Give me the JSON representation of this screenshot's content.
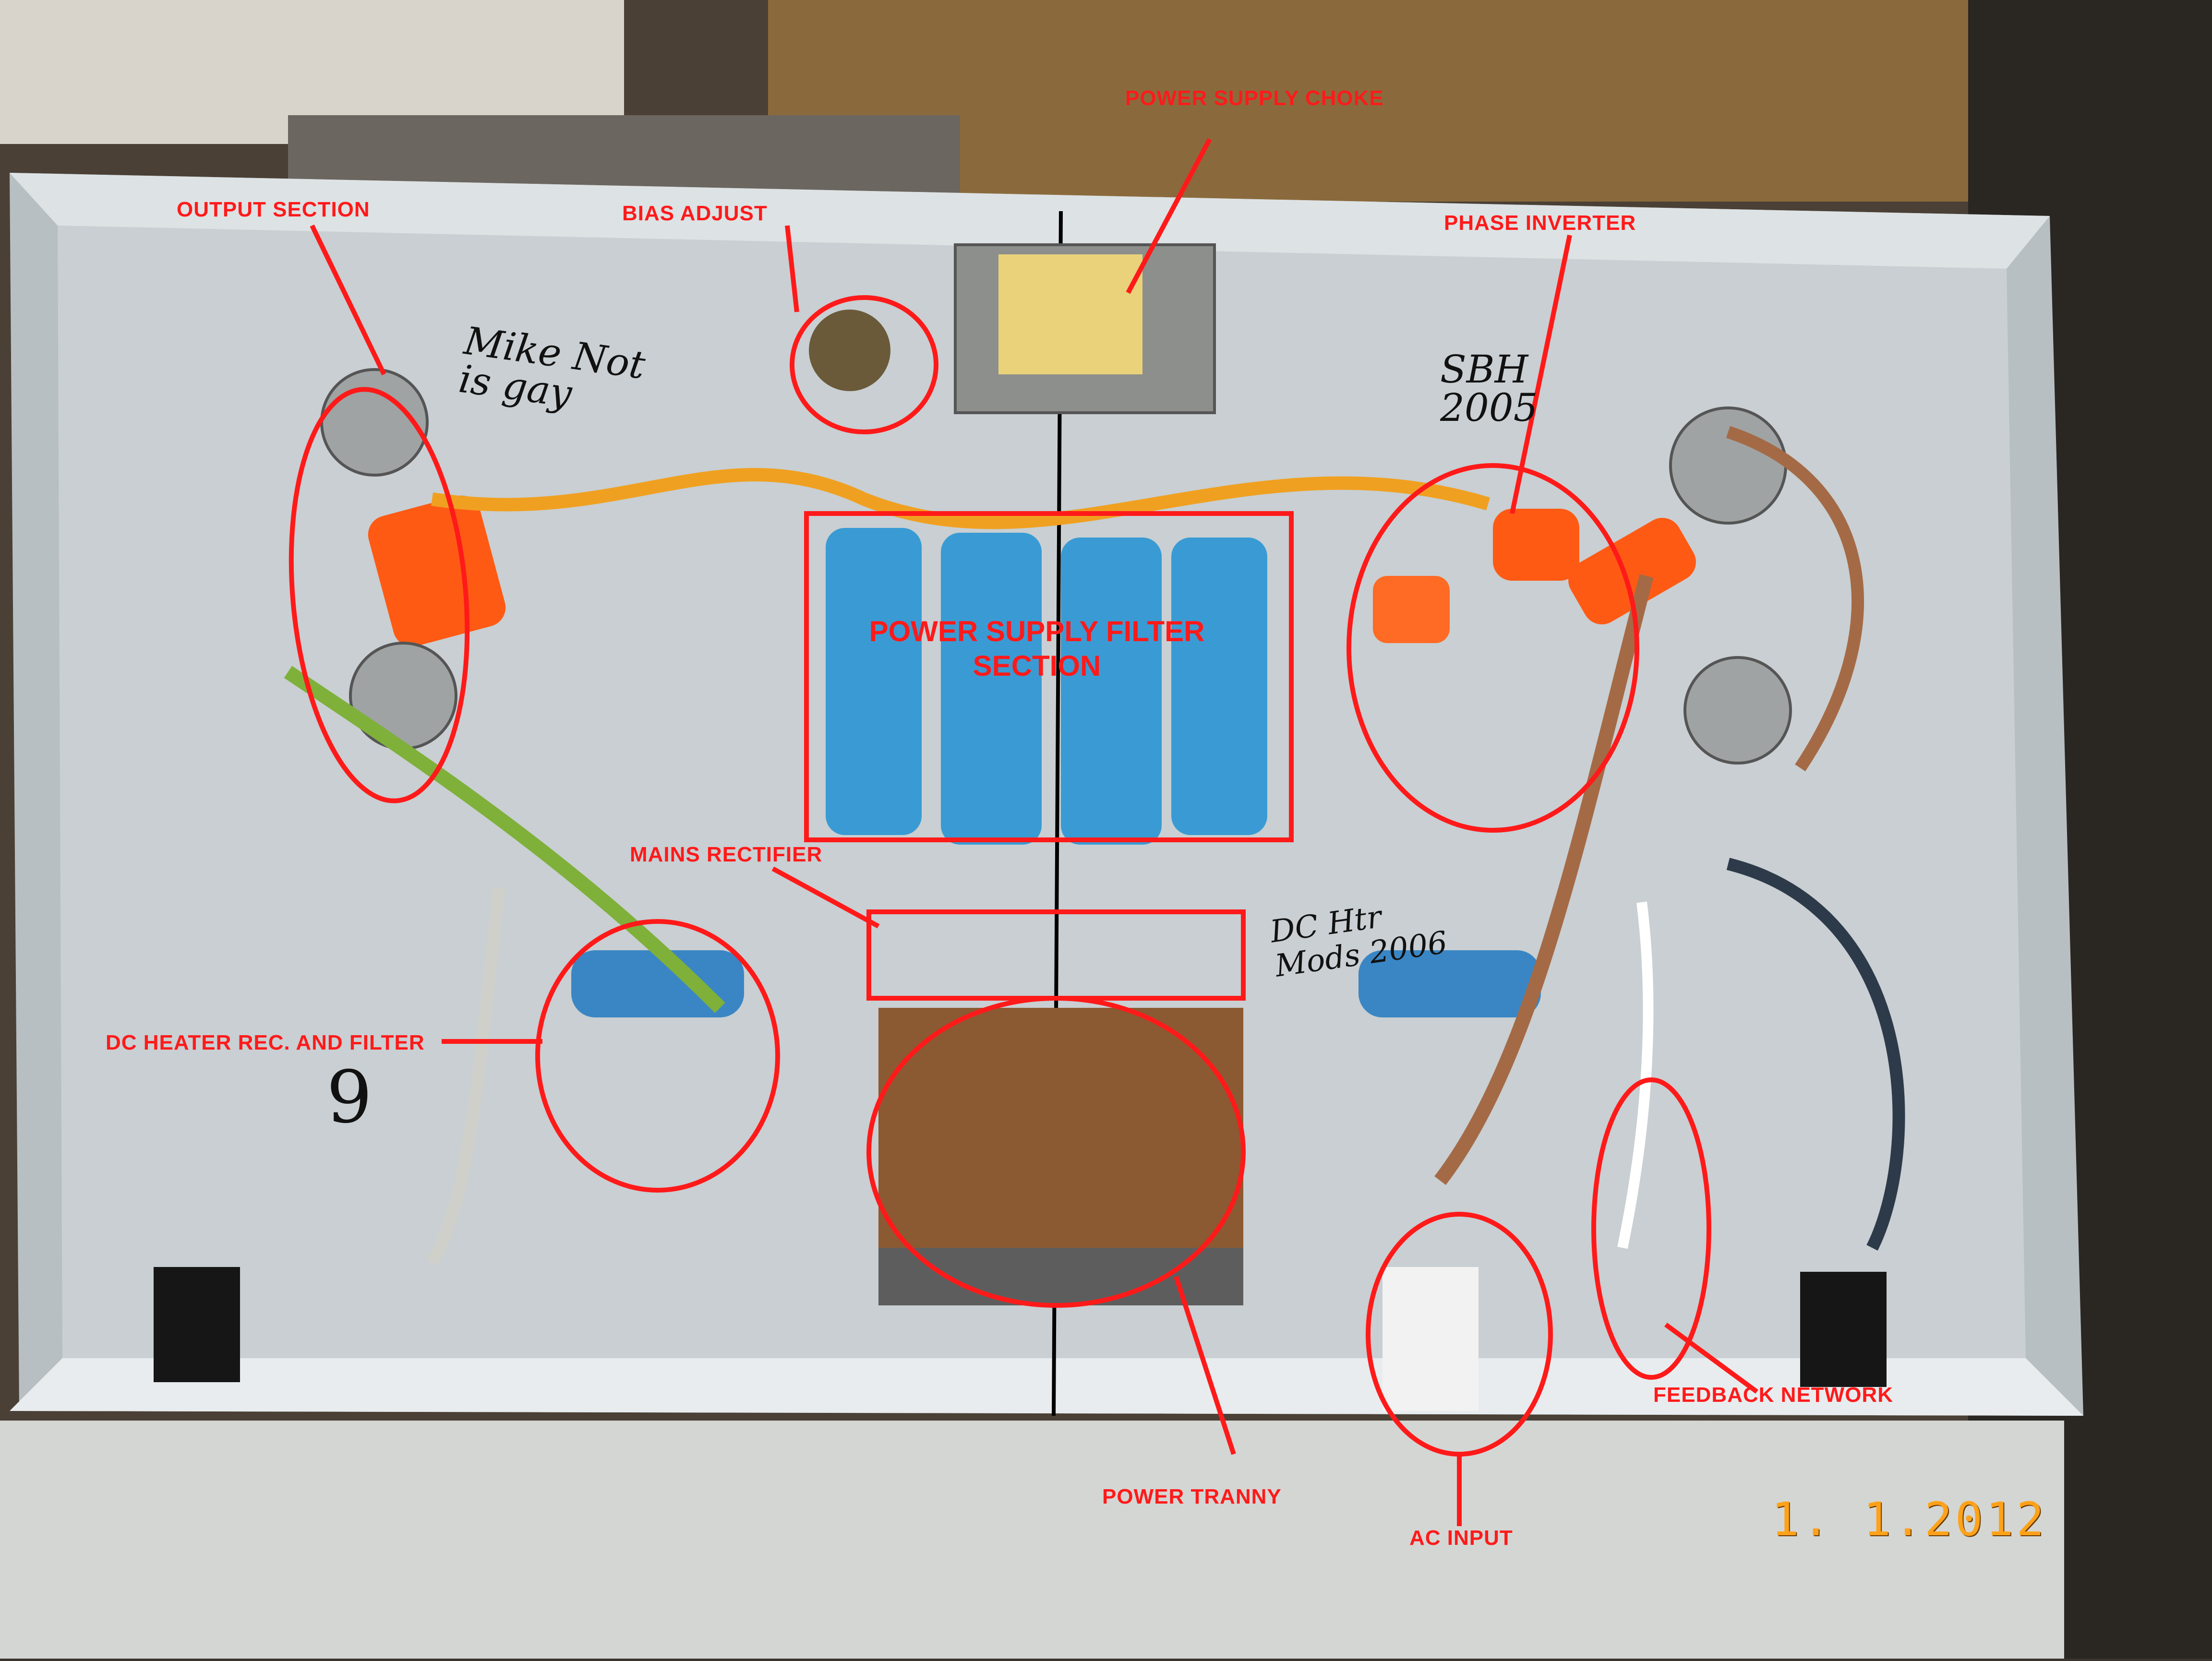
{
  "annotations": {
    "output_section": "OUTPUT SECTION",
    "bias_adjust": "BIAS ADJUST",
    "power_supply_choke": "POWER SUPPLY CHOKE",
    "phase_inverter": "PHASE INVERTER",
    "power_supply_filter_section": "POWER SUPPLY FILTER SECTION",
    "mains_rectifier": "MAINS RECTIFIER",
    "dc_heater_rec_and_filter": "DC HEATER REC. AND FILTER",
    "power_tranny": "POWER TRANNY",
    "ac_input": "AC INPUT",
    "feedback_network": "FEEDBACK NETWORK"
  },
  "handwriting": {
    "signature": "Mike Not is gay",
    "sbh": "SBH 2005",
    "dc_htr": "DC Htr Mods 2006",
    "number_9": "9"
  },
  "date_stamp": "1. 1.2012",
  "colors": {
    "annotation_red": "#ff1a1a",
    "chassis_gray": "#c9cfd2",
    "capacitor_blue": "#3a9bd4",
    "orange_cap": "#ff5a14",
    "date_orange": "#ffa21a"
  }
}
